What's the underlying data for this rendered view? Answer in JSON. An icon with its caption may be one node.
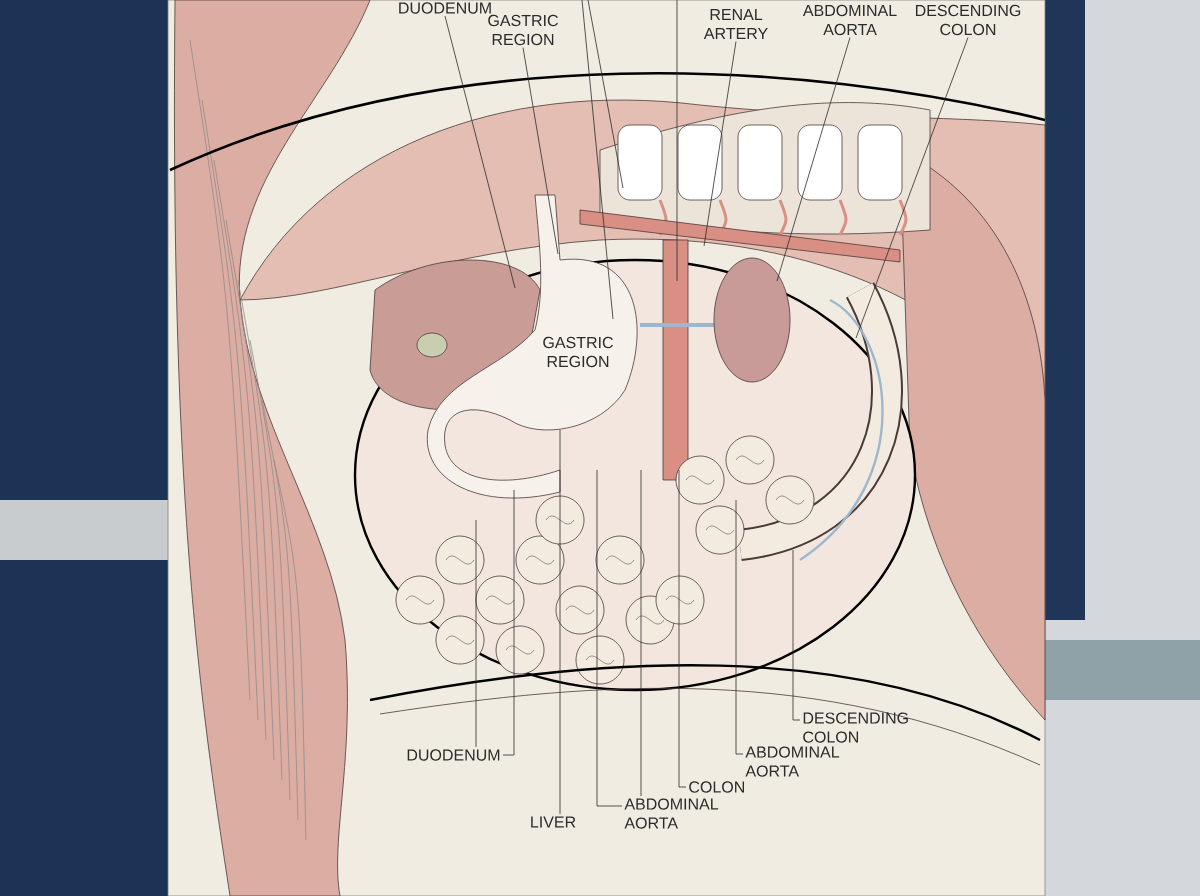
{
  "diagram": {
    "nodes": [
      {
        "text": [
          "DUODENUM"
        ]
      },
      {
        "text": [
          "GASTRIC REGION"
        ]
      },
      {
        "text": [
          "RENAL ARTERY"
        ]
      },
      {
        "text": [
          "ABDOMINAL AORTA"
        ]
      },
      {
        "text": [
          "DESCENDING COLON"
        ]
      },
      {
        "text": [
          "DUODENUM"
        ]
      },
      {
        "text": [
          "LIVER"
        ]
      },
      {
        "text": [
          "ABDOMINAL AORTA"
        ]
      },
      {
        "text": [
          "COLON"
        ]
      },
      {
        "text": [
          "ABDOMINAL AORTA"
        ]
      },
      {
        "text": [
          "DESCENDING COLON"
        ]
      },
      {
        "text": [
          "GASTRIC REGION"
        ]
      }
    ],
    "edges": [
      {
        "from": 0,
        "to": 11,
        "arrow": "none"
      },
      {
        "from": 1,
        "to": 11,
        "arrow": "none"
      },
      {
        "from": 2,
        "to": null,
        "arrow": "none"
      },
      {
        "from": 3,
        "to": null,
        "arrow": "none"
      },
      {
        "from": 4,
        "to": null,
        "arrow": "none"
      },
      {
        "from": 5,
        "to": null,
        "arrow": "none"
      },
      {
        "from": 5,
        "to": 11,
        "arrow": "none"
      },
      {
        "from": 6,
        "to": 11,
        "arrow": "none"
      },
      {
        "from": 7,
        "to": 11,
        "arrow": "none"
      },
      {
        "from": 7,
        "to": 11,
        "arrow": "none"
      },
      {
        "from": 8,
        "to": null,
        "arrow": "none"
      },
      {
        "from": 9,
        "to": null,
        "arrow": "none"
      },
      {
        "from": 10,
        "to": null,
        "arrow": "none"
      },
      {
        "from": null,
        "to": 11,
        "arrow": "none"
      }
    ]
  }
}
